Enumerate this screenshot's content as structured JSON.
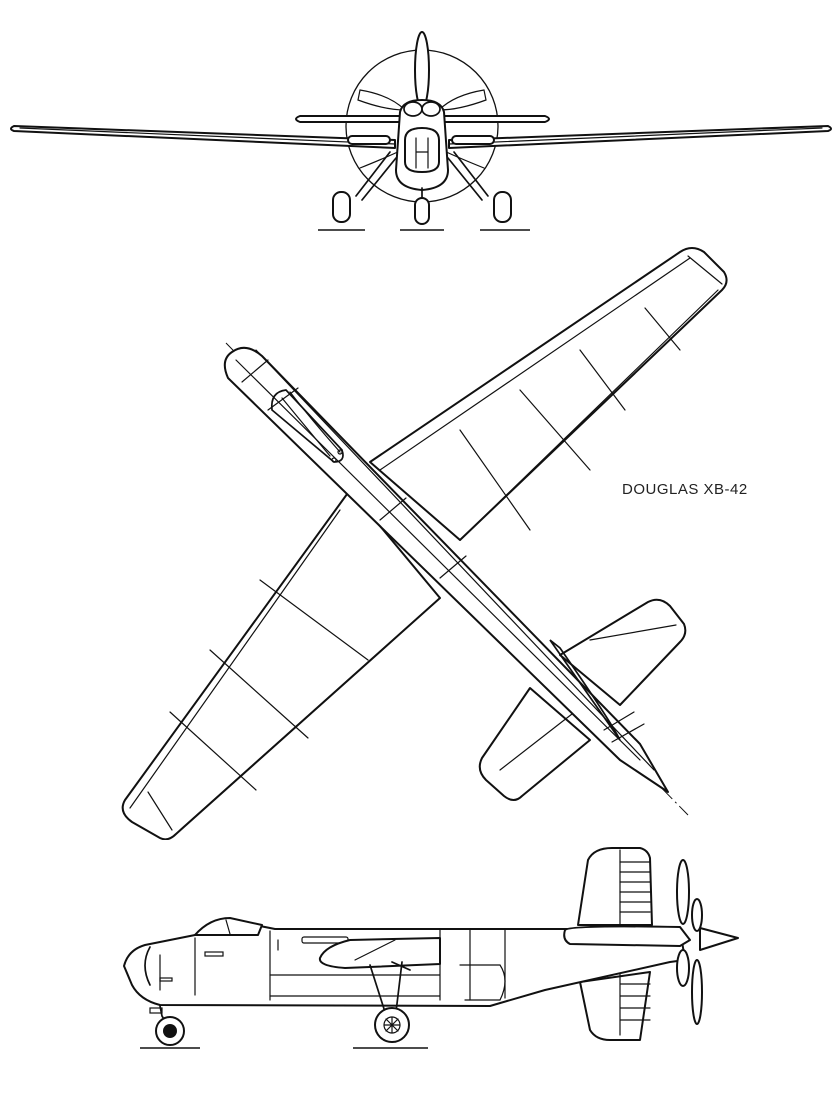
{
  "drawing": {
    "title": "DOUGLAS XB-42",
    "type": "three-view aircraft line drawing",
    "views": [
      {
        "name": "front-view",
        "label": ""
      },
      {
        "name": "top-view",
        "label": ""
      },
      {
        "name": "side-view",
        "label": ""
      }
    ],
    "colors": {
      "line": "#111111",
      "background": "#ffffff",
      "text": "#222222"
    }
  }
}
